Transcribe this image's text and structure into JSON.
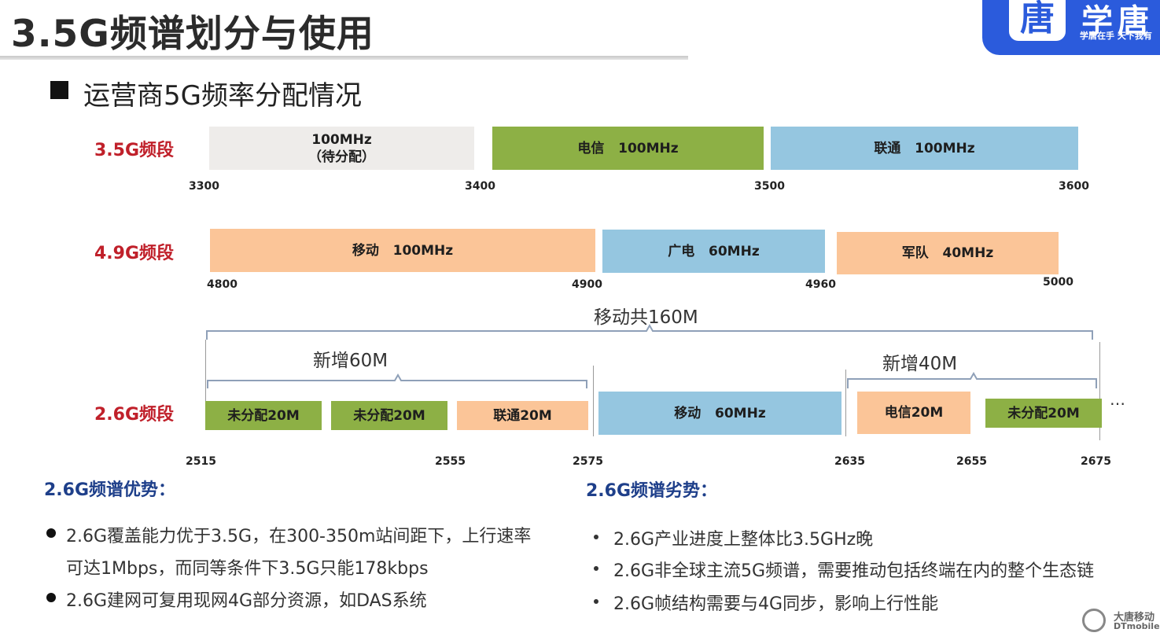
{
  "header": {
    "title": "3.5G频谱划分与使用",
    "logo_glyph": "唐",
    "logo_name": "学唐",
    "logo_slogan": "学唐在手 天下我有"
  },
  "subtitle": "运营商5G频率分配情况",
  "bands": {
    "b35": {
      "label": "3.5G频段",
      "segments": [
        {
          "text": "100MHz\n（待分配）",
          "color": "#eeecea",
          "from": 3300,
          "to": 3400
        },
        {
          "text": "电信   100MHz",
          "color": "#8db045",
          "from": 3400,
          "to": 3500
        },
        {
          "text": "联通   100MHz",
          "color": "#95c6e0",
          "from": 3500,
          "to": 3600
        }
      ],
      "ticks": [
        "3300",
        "3400",
        "3500",
        "3600"
      ]
    },
    "b49": {
      "label": "4.9G频段",
      "segments": [
        {
          "text": "移动   100MHz",
          "color": "#fbc598",
          "from": 4800,
          "to": 4900
        },
        {
          "text": "广电   60MHz",
          "color": "#95c6e0",
          "from": 4900,
          "to": 4960
        },
        {
          "text": "军队   40MHz",
          "color": "#fbc598",
          "from": 4960,
          "to": 5000
        }
      ],
      "ticks": [
        "4800",
        "4900",
        "4960",
        "5000"
      ]
    },
    "b26": {
      "label": "2.6G频段",
      "brace_total": "移动共160M",
      "brace_new60": "新增60M",
      "brace_new40": "新增40M",
      "segments": [
        {
          "text": "未分配20M",
          "color": "#8db045",
          "from": 2515,
          "to": 2535
        },
        {
          "text": "未分配20M",
          "color": "#8db045",
          "from": 2535,
          "to": 2555
        },
        {
          "text": "联通20M",
          "color": "#fbc598",
          "from": 2555,
          "to": 2575
        },
        {
          "text": "移动   60MHz",
          "color": "#95c6e0",
          "from": 2575,
          "to": 2635
        },
        {
          "text": "电信20M",
          "color": "#fbc598",
          "from": 2635,
          "to": 2655
        },
        {
          "text": "未分配20M",
          "color": "#8db045",
          "from": 2655,
          "to": 2675
        }
      ],
      "ticks": [
        "2515",
        "2555",
        "2575",
        "2635",
        "2655",
        "2675"
      ],
      "ellipsis": "…"
    }
  },
  "advantages": {
    "title": "2.6G频谱优势：",
    "items": [
      "2.6G覆盖能力优于3.5G，在300-350m站间距下，上行速率",
      "可达1Mbps，而同等条件下3.5G只能178kbps",
      "2.6G建网可复用现网4G部分资源，如DAS系统"
    ]
  },
  "disadvantages": {
    "title": "2.6G频谱劣势：",
    "items": [
      "2.6G产业进度上整体比3.5GHz晚",
      "2.6G非全球主流5G频谱，需要推动包括终端在内的整个生态链",
      "2.6G帧结构需要与4G同步，影响上行性能"
    ]
  },
  "footer_logo": {
    "name": "大唐移动",
    "en": "DTmobile"
  }
}
